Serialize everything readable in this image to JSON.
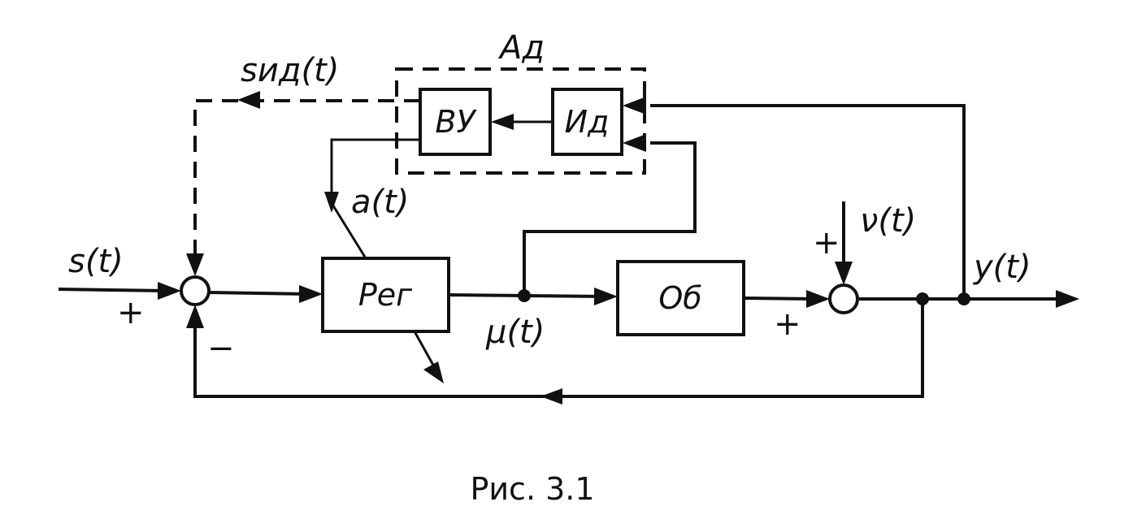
{
  "caption": "Рис. 3.1",
  "group_label": "Ад",
  "blocks": {
    "vu": "ВУ",
    "id": "Ид",
    "reg": "Рег",
    "ob": "Об"
  },
  "signals": {
    "s": "s(t)",
    "s_id": "sид(t)",
    "a": "a(t)",
    "mu": "μ(t)",
    "nu": "ν(t)",
    "y": "y(t)"
  },
  "signs": {
    "s_plus": "+",
    "fb_minus": "−",
    "ob_plus": "+",
    "nu_plus": "+"
  }
}
